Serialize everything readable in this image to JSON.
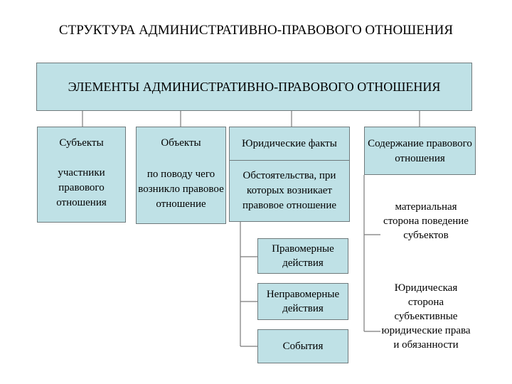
{
  "title": "СТРУКТУРА АДМИНИСТРАТИВНО-ПРАВОВОГО ОТНОШЕНИЯ",
  "root": "ЭЛЕМЕНТЫ АДМИНИСТРАТИВНО-ПРАВОВОГО ОТНОШЕНИЯ",
  "subjects": {
    "header": "Субъекты",
    "body": "участники правового отношения"
  },
  "objects": {
    "header": "Объекты",
    "body": "по поводу чего возникло правовое отношение"
  },
  "facts": {
    "header": "Юридические факты",
    "body": "Обстоятельства, при которых возникает правовое отношение",
    "children": [
      "Правомерные действия",
      "Неправомерные действия",
      "События"
    ]
  },
  "content": {
    "header": "Содержание правового отношения",
    "material": "материальная сторона поведение субъектов",
    "legal": "Юридическая сторона субъективные юридические права и обязанности"
  }
}
